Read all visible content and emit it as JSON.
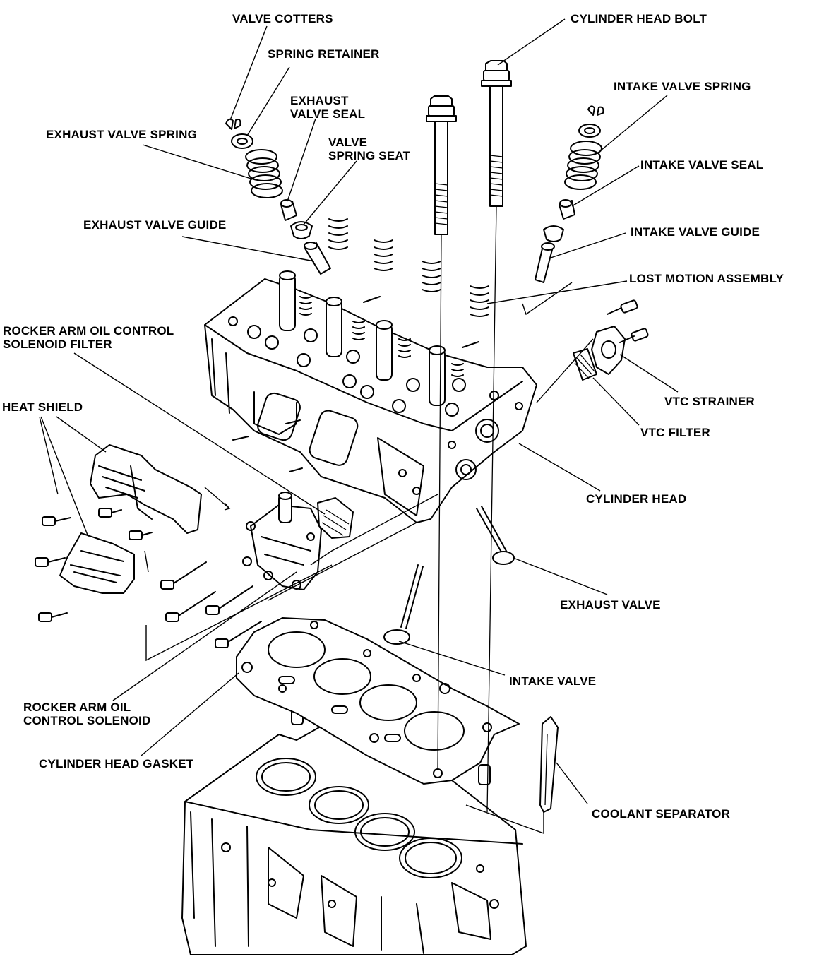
{
  "labels": {
    "valve_cotters": "VALVE COTTERS",
    "spring_retainer": "SPRING RETAINER",
    "exhaust_valve_seal": "EXHAUST\nVALVE SEAL",
    "exhaust_valve_spring": "EXHAUST VALVE SPRING",
    "valve_spring_seat": "VALVE\nSPRING SEAT",
    "exhaust_valve_guide": "EXHAUST VALVE GUIDE",
    "cylinder_head_bolt": "CYLINDER HEAD BOLT",
    "intake_valve_spring": "INTAKE VALVE SPRING",
    "intake_valve_seal": "INTAKE VALVE SEAL",
    "intake_valve_guide": "INTAKE VALVE GUIDE",
    "lost_motion_assembly": "LOST MOTION ASSEMBLY",
    "rocker_arm_oil_control_solenoid_filter": "ROCKER ARM OIL CONTROL\nSOLENOID FILTER",
    "heat_shield": "HEAT SHIELD",
    "vtc_strainer": "VTC STRAINER",
    "vtc_filter": "VTC FILTER",
    "cylinder_head": "CYLINDER HEAD",
    "exhaust_valve": "EXHAUST VALVE",
    "intake_valve": "INTAKE VALVE",
    "rocker_arm_oil_control_solenoid": "ROCKER ARM OIL\nCONTROL SOLENOID",
    "cylinder_head_gasket": "CYLINDER HEAD GASKET",
    "coolant_separator": "COOLANT SEPARATOR"
  },
  "colors": {
    "ink": "#000000",
    "paper": "#ffffff"
  }
}
